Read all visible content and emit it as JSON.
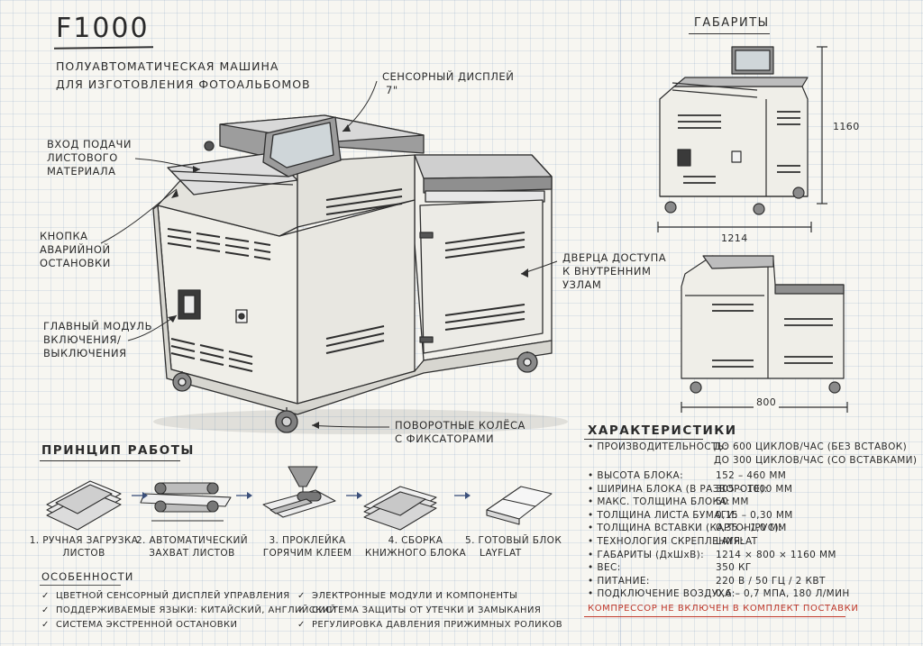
{
  "title": {
    "model": "F1000",
    "subtitle_line1": "ПОЛУАВТОМАТИЧЕСКАЯ МАШИНА",
    "subtitle_line2": "ДЛЯ ИЗГОТОВЛЕНИЯ ФОТОАЛЬБОМОВ"
  },
  "callouts": {
    "display_line1": "СЕНСОРНЫЙ ДИСПЛЕЙ",
    "display_line2": "7\"",
    "feed_line1": "ВХОД ПОДАЧИ",
    "feed_line2": "ЛИСТОВОГО",
    "feed_line3": "МАТЕРИАЛА",
    "estop_line1": "КНОПКА",
    "estop_line2": "АВАРИЙНОЙ",
    "estop_line3": "ОСТАНОВКИ",
    "power_line1": "ГЛАВНЫЙ МОДУЛЬ",
    "power_line2": "ВКЛЮЧЕНИЯ/",
    "power_line3": "ВЫКЛЮЧЕНИЯ",
    "door_line1": "ДВЕРЦА ДОСТУПА",
    "door_line2": "К ВНУТРЕННИМ",
    "door_line3": "УЗЛАМ",
    "wheels_line1": "ПОВОРОТНЫЕ КОЛЁСА",
    "wheels_line2": "С ФИКСАТОРАМИ"
  },
  "dimensions": {
    "heading": "ГАБАРИТЫ",
    "height": "1160",
    "width": "1214",
    "depth": "800"
  },
  "principle": {
    "heading": "ПРИНЦИП РАБОТЫ",
    "steps": [
      {
        "line1": "1. РУЧНАЯ ЗАГРУЗКА",
        "line2": "ЛИСТОВ"
      },
      {
        "line1": "2. АВТОМАТИЧЕСКИЙ",
        "line2": "ЗАХВАТ ЛИСТОВ"
      },
      {
        "line1": "3. ПРОКЛЕЙКА",
        "line2": "ГОРЯЧИМ КЛЕЕМ"
      },
      {
        "line1": "4. СБОРКА",
        "line2": "КНИЖНОГО БЛОКА"
      },
      {
        "line1": "5. ГОТОВЫЙ БЛОК",
        "line2": "LAYFLAT"
      }
    ]
  },
  "features": {
    "heading": "ОСОБЕННОСТИ",
    "check": "✓",
    "left": [
      "ЦВЕТНОЙ СЕНСОРНЫЙ ДИСПЛЕЙ УПРАВЛЕНИЯ",
      "ПОДДЕРЖИВАЕМЫЕ ЯЗЫКИ: КИТАЙСКИЙ, АНГЛИЙСКИЙ",
      "СИСТЕМА ЭКСТРЕННОЙ ОСТАНОВКИ"
    ],
    "right": [
      "ЭЛЕКТРОННЫЕ МОДУЛИ И КОМПОНЕНТЫ",
      "СИСТЕМА ЗАЩИТЫ ОТ УТЕЧКИ И ЗАМЫКАНИЯ",
      "РЕГУЛИРОВКА ДАВЛЕНИЯ ПРИЖИМНЫХ РОЛИКОВ"
    ]
  },
  "specs": {
    "heading": "ХАРАКТЕРИСТИКИ",
    "bullet": "•",
    "productivity_name": "ПРОИЗВОДИТЕЛЬНОСТЬ:",
    "productivity_val1": "ДО 600 ЦИКЛОВ/ЧАС (БЕЗ ВСТАВОК)",
    "productivity_val2": "ДО 300 ЦИКЛОВ/ЧАС (СО ВСТАВКАМИ)",
    "rows": [
      {
        "name": "ВЫСОТА БЛОКА:",
        "value": "152 – 460 ММ"
      },
      {
        "name": "ШИРИНА БЛОКА (В РАЗВОРОТЕ):",
        "value": "305 – 1000 ММ"
      },
      {
        "name": "МАКС. ТОЛЩИНА БЛОКА:",
        "value": "50 ММ"
      },
      {
        "name": "ТОЛЩИНА ЛИСТА БУМАГИ:",
        "value": "0,15 – 0,30 ММ"
      },
      {
        "name": "ТОЛЩИНА ВСТАВКИ (КАРТОН/PVC):",
        "value": "0,35 – 1,0 ММ"
      },
      {
        "name": "ТЕХНОЛОГИЯ СКРЕПЛЕНИЯ:",
        "value": "LAYFLAT"
      },
      {
        "name": "ГАБАРИТЫ (ДхШхВ):",
        "value": "1214 × 800 × 1160 ММ"
      },
      {
        "name": "ВЕС:",
        "value": "350 КГ"
      },
      {
        "name": "ПИТАНИЕ:",
        "value": "220 В / 50 ГЦ / 2 КВТ"
      },
      {
        "name": "ПОДКЛЮЧЕНИЕ ВОЗДУХА:",
        "value": "0,6 – 0,7 МПА, 180 Л/МИН"
      }
    ],
    "note": "КОМПРЕССОР НЕ ВКЛЮЧЕН В КОМПЛЕКТ ПОСТАВКИ"
  },
  "colors": {
    "ink": "#2b2b2b",
    "accent_red": "#c0392b",
    "arrow_blue": "#3a4f7a"
  }
}
